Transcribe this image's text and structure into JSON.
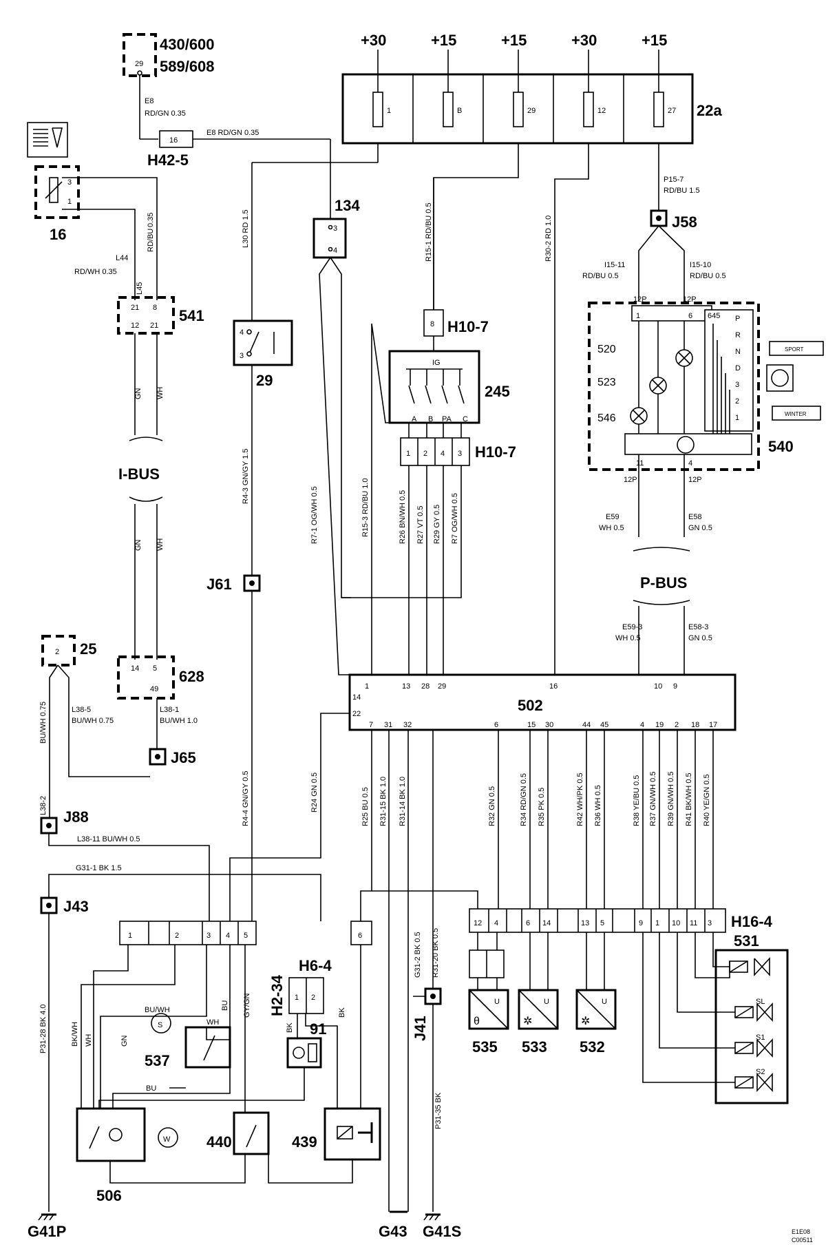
{
  "supply_labels": [
    "+30",
    "+15",
    "+15",
    "+30",
    "+15"
  ],
  "fuses": [
    "1",
    "B",
    "29",
    "12",
    "27"
  ],
  "fusebox_label": "22a",
  "components": {
    "c430": "430/600",
    "c589": "589/608",
    "h42_5": "H42-5",
    "c16": "16",
    "c134": "134",
    "c541": "541",
    "c29": "29",
    "h10_7_top": "H10-7",
    "c245": "245",
    "h10_7_bottom": "H10-7",
    "j58": "J58",
    "c520": "520",
    "c523": "523",
    "c546": "546",
    "c645": "645",
    "c540": "540",
    "ibus": "I-BUS",
    "pbus": "P-BUS",
    "j61": "J61",
    "c25": "25",
    "c628": "628",
    "j65": "J65",
    "c502": "502",
    "j88": "J88",
    "j43": "J43",
    "h6_4": "H6-4",
    "h2_34": "H2-34",
    "c91": "91",
    "j41": "J41",
    "c537": "537",
    "c440": "440",
    "c439": "439",
    "c506": "506",
    "g41p": "G41P",
    "g43": "G43",
    "g41s": "G41S",
    "c535": "535",
    "c533": "533",
    "c532": "532",
    "h16_4": "H16-4",
    "c531": "531",
    "sl": "SL",
    "s1": "S1",
    "s2": "S2",
    "sport": "SPORT",
    "winter": "WINTER",
    "ig": "IG",
    "code": "E1E08",
    "code2": "C00511"
  },
  "gear_positions": [
    "P",
    "R",
    "N",
    "D",
    "3",
    "2",
    "1"
  ],
  "switch_245_positions": [
    "A",
    "B",
    "PA",
    "C"
  ],
  "h10_7_pins": [
    "1",
    "2",
    "4",
    "3"
  ],
  "ecu_top_pins": [
    "1",
    "13",
    "28",
    "29",
    "16",
    "10",
    "9"
  ],
  "ecu_left_pins": [
    "14",
    "22"
  ],
  "ecu_bottom_pins": [
    "7",
    "31",
    "32",
    "6",
    "15",
    "30",
    "44",
    "45",
    "4",
    "19",
    "2",
    "18",
    "17"
  ],
  "h6_4_pins": [
    "1",
    "2",
    "3",
    "4",
    "5",
    "6"
  ],
  "h16_4_pins": [
    "12",
    "4",
    "6",
    "14",
    "13",
    "5",
    "9",
    "1",
    "10",
    "11",
    "3"
  ],
  "wire_labels": {
    "e8_rd_gn": "E8",
    "e8_vert_1": "E8",
    "e8_vert_2": "RD/GN  0.35",
    "e8_horiz": "E8   RD/GN   0.35",
    "l44": "L44",
    "rd_wh": "RD/WH   0.35",
    "l45": "L45",
    "rd_bu": "RD/BU",
    "v035": "0.35",
    "gn": "GN",
    "wh": "WH",
    "l30": "L30   RD   1.5",
    "r4_3": "R4-3   GN/GY   1.5",
    "r7_1": "R7-1   OG/WH   0.5",
    "r15_1": "R15-1   RD/BU   0.5",
    "r15_3": "R15-3   RD/BU   1.0",
    "r26": "R26   BN/WH   0.5",
    "r27": "R27   VT   0.5",
    "r29": "R29   GY   0.5",
    "r7": "R7   OG/WH   0.5",
    "r30_2": "R30-2   RD   1.0",
    "p15_7": "P15-7",
    "p15_7b": "RD/BU   1.5",
    "i15_11": "I15-11",
    "i15_11b": "RD/BU   0.5",
    "i15_10": "I15-10",
    "i15_10b": "RD/BU   0.5",
    "p12": "12P",
    "e59": "E59",
    "e59b": "WH   0.5",
    "e58": "E58",
    "e58b": "GN   0.5",
    "e59_3": "E59-3",
    "e59_3b": "WH   0.5",
    "e58_3": "E58-3",
    "e58_3b": "GN   0.5",
    "l38_5": "L38-5",
    "l38_5b": "BU/WH   0.75",
    "l38_1": "L38-1",
    "l38_1b": "BU/WH   1.0",
    "l38_v": "BU/WH   0.75",
    "l38_2": "L38-2",
    "l38_11": "L38-11    BU/WH    0.5",
    "g31_1": "G31-1    BK    1.5",
    "r4_4": "R4-4   GN/GY   0.5",
    "r24": "R24   GN   0.5",
    "r25": "R25   BU   0.5",
    "r31_15": "R31-15   BK   1.0",
    "r31_14": "R31-14   BK   1.0",
    "r32": "R32   GN   0.5",
    "r34": "R34   RD/GN   0.5",
    "r35": "R35   PK   0.5",
    "r42": "R42   WH/PK   0.5",
    "r36": "R36   WH   0.5",
    "r38": "R38   YE/BU   0.5",
    "r37": "R37   GN/WH   0.5",
    "r39": "R39   GN/WH   0.5",
    "r41": "R41   BK/WH   0.5",
    "r40": "R40   YE/GN   0.5",
    "g31_2": "G31-2   BK   0.5",
    "r31_20": "R31-20   BK   0.5",
    "p31_28": "P31-28   BK   4.0",
    "p31_35": "P31-35   BK",
    "bk_wh": "BK/WH",
    "bu_wh": "BU/WH",
    "bu": "BU",
    "gy_gn": "GY/GN",
    "bk": "BK",
    "w_wh": "WH"
  }
}
